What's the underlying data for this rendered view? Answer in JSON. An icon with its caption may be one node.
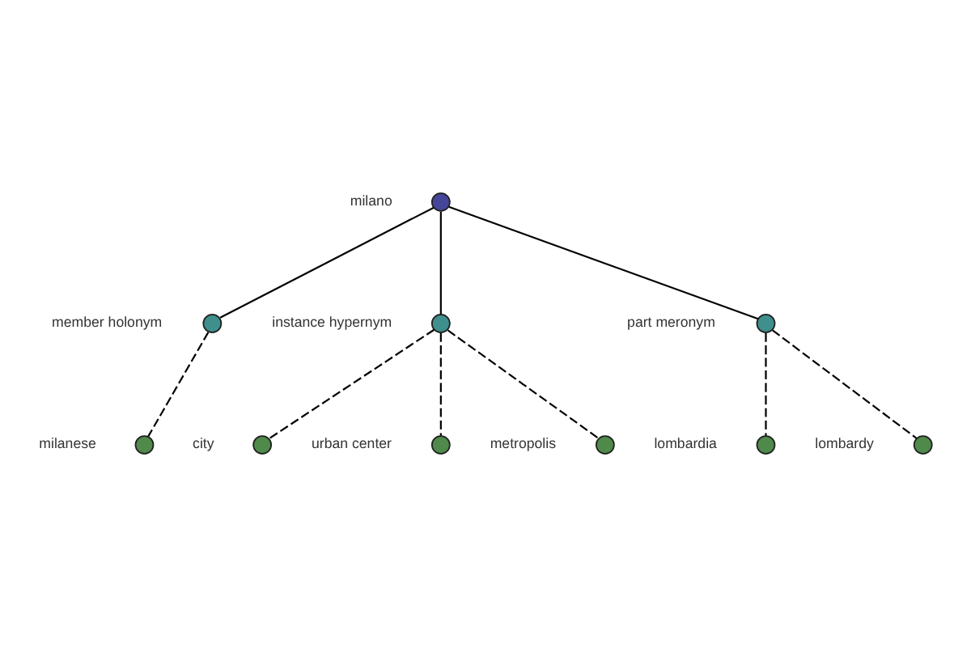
{
  "diagram": {
    "nodes": [
      {
        "text": [],
        "shape": "circle",
        "beside": [
          "milanese"
        ]
      },
      {
        "text": [],
        "shape": "circle",
        "beside": [
          "member holonym"
        ]
      },
      {
        "text": [],
        "shape": "circle",
        "beside": [
          "milano"
        ]
      },
      {
        "text": [],
        "shape": "circle",
        "beside": [
          "city"
        ]
      },
      {
        "text": [],
        "shape": "circle",
        "beside": [
          "instance hypernym"
        ]
      },
      {
        "text": [],
        "shape": "circle",
        "beside": [
          "urban center"
        ]
      },
      {
        "text": [],
        "shape": "circle",
        "beside": [
          "part meronym"
        ]
      },
      {
        "text": [],
        "shape": "circle",
        "beside": [
          "lombardia"
        ]
      },
      {
        "text": [],
        "shape": "circle",
        "beside": [
          "metropolis"
        ]
      },
      {
        "text": [],
        "shape": "circle",
        "beside": [
          "lombardy"
        ]
      }
    ],
    "edges": [
      {
        "from": 2,
        "to": 1,
        "arrow": "none"
      },
      {
        "from": 1,
        "to": 0,
        "arrow": "none",
        "style": "dashed"
      },
      {
        "from": 2,
        "to": 4,
        "arrow": "none"
      },
      {
        "from": 4,
        "to": 3,
        "arrow": "none",
        "style": "dashed"
      },
      {
        "from": 4,
        "to": 5,
        "arrow": "none",
        "style": "dashed"
      },
      {
        "from": 4,
        "to": 8,
        "arrow": "none",
        "style": "dashed"
      },
      {
        "from": 2,
        "to": 6,
        "arrow": "none"
      },
      {
        "from": 6,
        "to": 7,
        "arrow": "none",
        "style": "dashed"
      },
      {
        "from": 6,
        "to": 9,
        "arrow": "none",
        "style": "dashed"
      }
    ]
  }
}
